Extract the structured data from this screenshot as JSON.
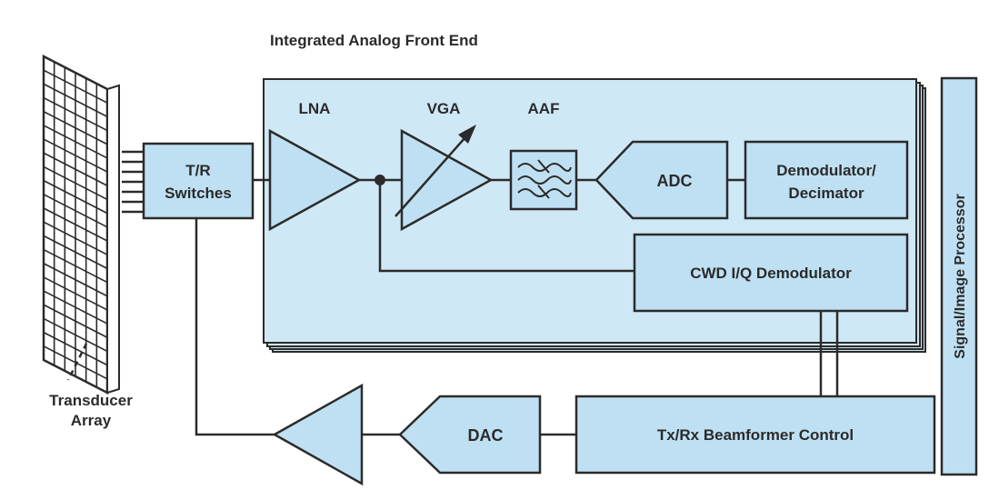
{
  "title": "Integrated Analog Front End",
  "labels": {
    "lna": "LNA",
    "vga": "VGA",
    "aaf": "AAF",
    "adc": "ADC",
    "demod_line1": "Demodulator/",
    "demod_line2": "Decimator",
    "cwd": "CWD I/Q Demodulator",
    "tr_line1": "T/R",
    "tr_line2": "Switches",
    "transducer_line1": "Transducer",
    "transducer_line2": "Array",
    "dac": "DAC",
    "beamformer": "Tx/Rx Beamformer Control",
    "processor": "Signal/Image Processor"
  },
  "colors": {
    "block_fill": "#bfe0f2",
    "panel_fill": "#cfe8f6",
    "stroke": "#2b2b2b"
  }
}
